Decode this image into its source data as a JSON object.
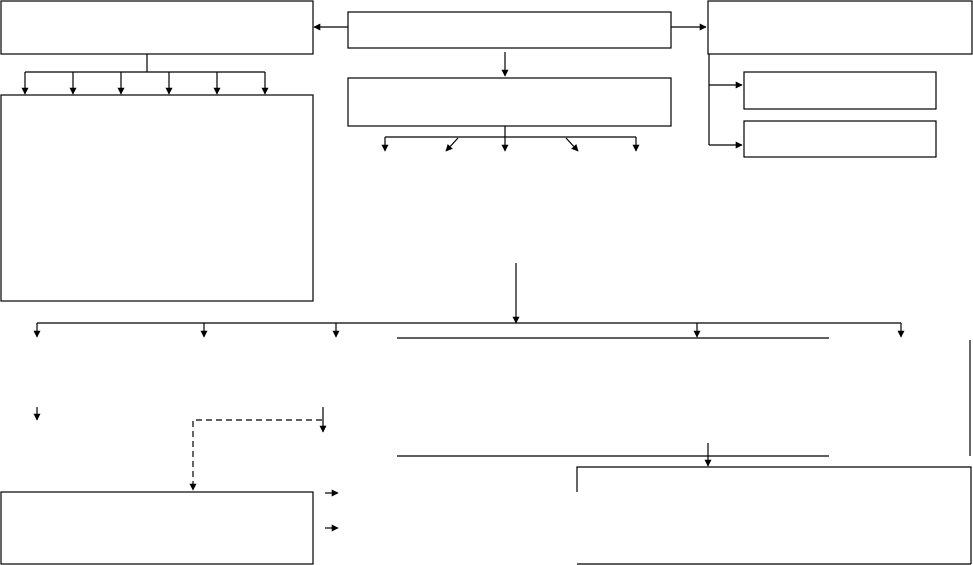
{
  "diagram": {
    "line_color": "#000000",
    "background": "#ffffff",
    "boxes": [
      {
        "id": "top-left-box",
        "text": ""
      },
      {
        "id": "top-center-box",
        "text": ""
      },
      {
        "id": "top-right-box",
        "text": ""
      },
      {
        "id": "center-second-box",
        "text": ""
      },
      {
        "id": "right-upper-small-box",
        "text": ""
      },
      {
        "id": "right-lower-small-box",
        "text": ""
      },
      {
        "id": "left-large-box",
        "text": ""
      },
      {
        "id": "bottom-left-box",
        "text": ""
      },
      {
        "id": "bottom-right-box",
        "text": ""
      },
      {
        "id": "middle-wide-region",
        "text": ""
      }
    ]
  }
}
